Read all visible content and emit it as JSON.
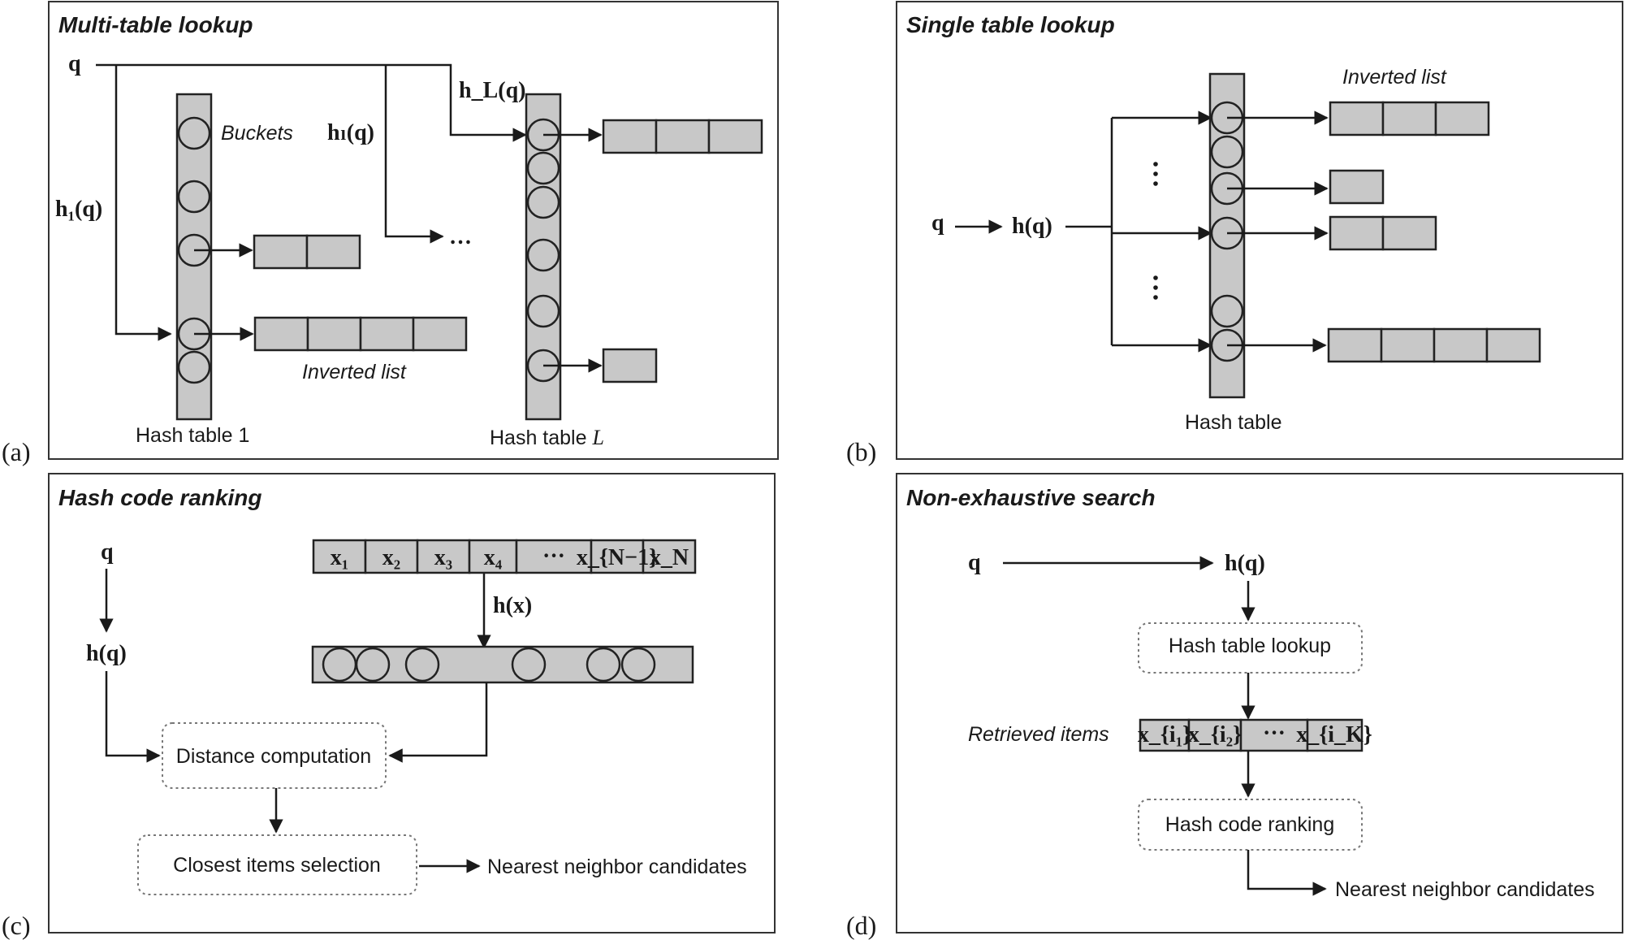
{
  "panel_a": {
    "tag": "(a)",
    "title": "Multi-table lookup",
    "query": "q",
    "h1": "h₁(q)",
    "hl": "hₗ(q)",
    "hL": "h_L(q)",
    "ellipsis": "…",
    "buckets_label": "Buckets",
    "inverted_list_label": "Inverted list",
    "table1_label": "Hash table 1",
    "tableL_label_prefix": "Hash table ",
    "tableL_label_var": "L"
  },
  "panel_b": {
    "tag": "(b)",
    "title": "Single table lookup",
    "query": "q",
    "hq": "h(q)",
    "inverted_list_label": "Inverted list",
    "table_label": "Hash table"
  },
  "panel_c": {
    "tag": "(c)",
    "title": "Hash code ranking",
    "query": "q",
    "hq": "h(q)",
    "hx": "h(x)",
    "items": [
      "x₁",
      "x₂",
      "x₃",
      "x₄",
      "···",
      "x_{N−1}",
      "x_N"
    ],
    "distance_label": "Distance computation",
    "closest_label": "Closest items selection",
    "output_label": "Nearest neighbor candidates"
  },
  "panel_d": {
    "tag": "(d)",
    "title": "Non-exhaustive search",
    "query": "q",
    "hq": "h(q)",
    "lookup_label": "Hash table lookup",
    "retrieved_label": "Retrieved items",
    "items": [
      "x_{i₁}",
      "x_{i₂}",
      "···",
      "x_{i_K}"
    ],
    "ranking_label": "Hash code ranking",
    "output_label": "Nearest neighbor candidates"
  }
}
